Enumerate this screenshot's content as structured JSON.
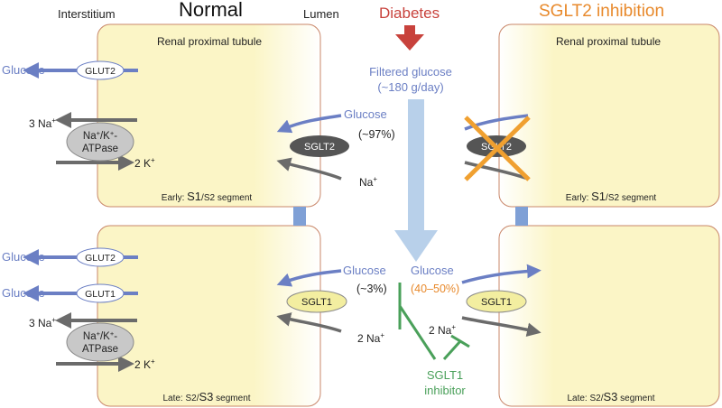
{
  "headers": {
    "interstitium": "Interstitium",
    "normal": "Normal",
    "lumen": "Lumen",
    "diabetes": "Diabetes",
    "sglt2_inhibition": "SGLT2 inhibition"
  },
  "cells": {
    "tubule_title": "Renal proximal tubule",
    "early_prefix": "Early: ",
    "early_s1": "S1",
    "early_rest": "/S2 segment",
    "late_prefix": "Late: ",
    "late_s2": "S2/",
    "late_s3": "S3",
    "late_rest": " segment"
  },
  "transporters": {
    "glut2": "GLUT2",
    "glut1": "GLUT1",
    "sglt2": "SGLT2",
    "sglt1": "SGLT1",
    "atpase_line1_a": "Na",
    "atpase_line1_b": "/K",
    "atpase_line1_c": "-",
    "atpase_line2": "ATPase"
  },
  "labels": {
    "glucose": "Glucose",
    "na_3": "3 Na",
    "k_2": "2 K",
    "na": "Na",
    "na_2": "2 Na",
    "plus": "+",
    "filtered_glucose_1": "Filtered glucose",
    "filtered_glucose_2": "(~180 g/day)",
    "pct_97": "(~97%)",
    "pct_3": "(~3%)",
    "pct_40_50": "(40–50%)",
    "sglt1_inhibitor_1": "SGLT1",
    "sglt1_inhibitor_2": "inhibitor"
  },
  "colors": {
    "glucose_blue": "#6b7fc4",
    "gray": "#6b6b6b",
    "diabetes_red": "#c8423c",
    "sglt2_orange": "#e8892b",
    "inhibitor_green": "#4aa05a",
    "cell_fill": "#fbf5c9",
    "cell_border": "#c9876a",
    "filtered_arrow": "#b8d0ea",
    "connector_blue": "#7fa0d6"
  }
}
